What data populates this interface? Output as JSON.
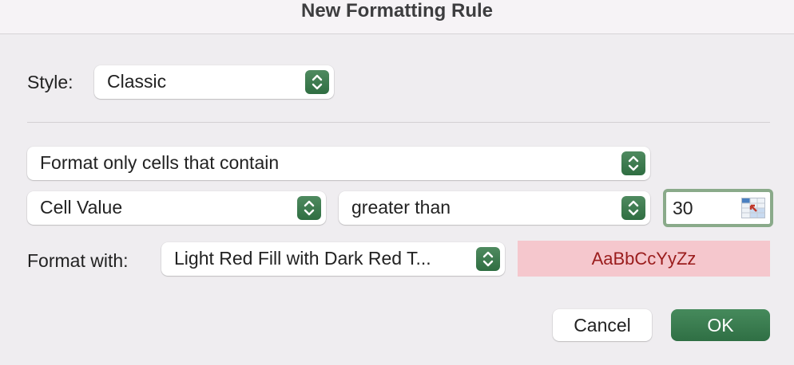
{
  "window": {
    "title": "New Formatting Rule"
  },
  "style": {
    "label": "Style:",
    "value": "Classic"
  },
  "rule": {
    "type_value": "Format only cells that contain",
    "condition_field": "Cell Value",
    "operator": "greater than",
    "value": "30"
  },
  "format": {
    "label": "Format with:",
    "value": "Light Red Fill with Dark Red T...",
    "preview_text": "AaBbCcYyZz",
    "preview_fill": "#f5c7cd",
    "preview_text_color": "#9a1c1c"
  },
  "buttons": {
    "cancel": "Cancel",
    "ok": "OK"
  },
  "colors": {
    "accent": "#2f6f44",
    "focus_ring": "#8aaa8a"
  }
}
